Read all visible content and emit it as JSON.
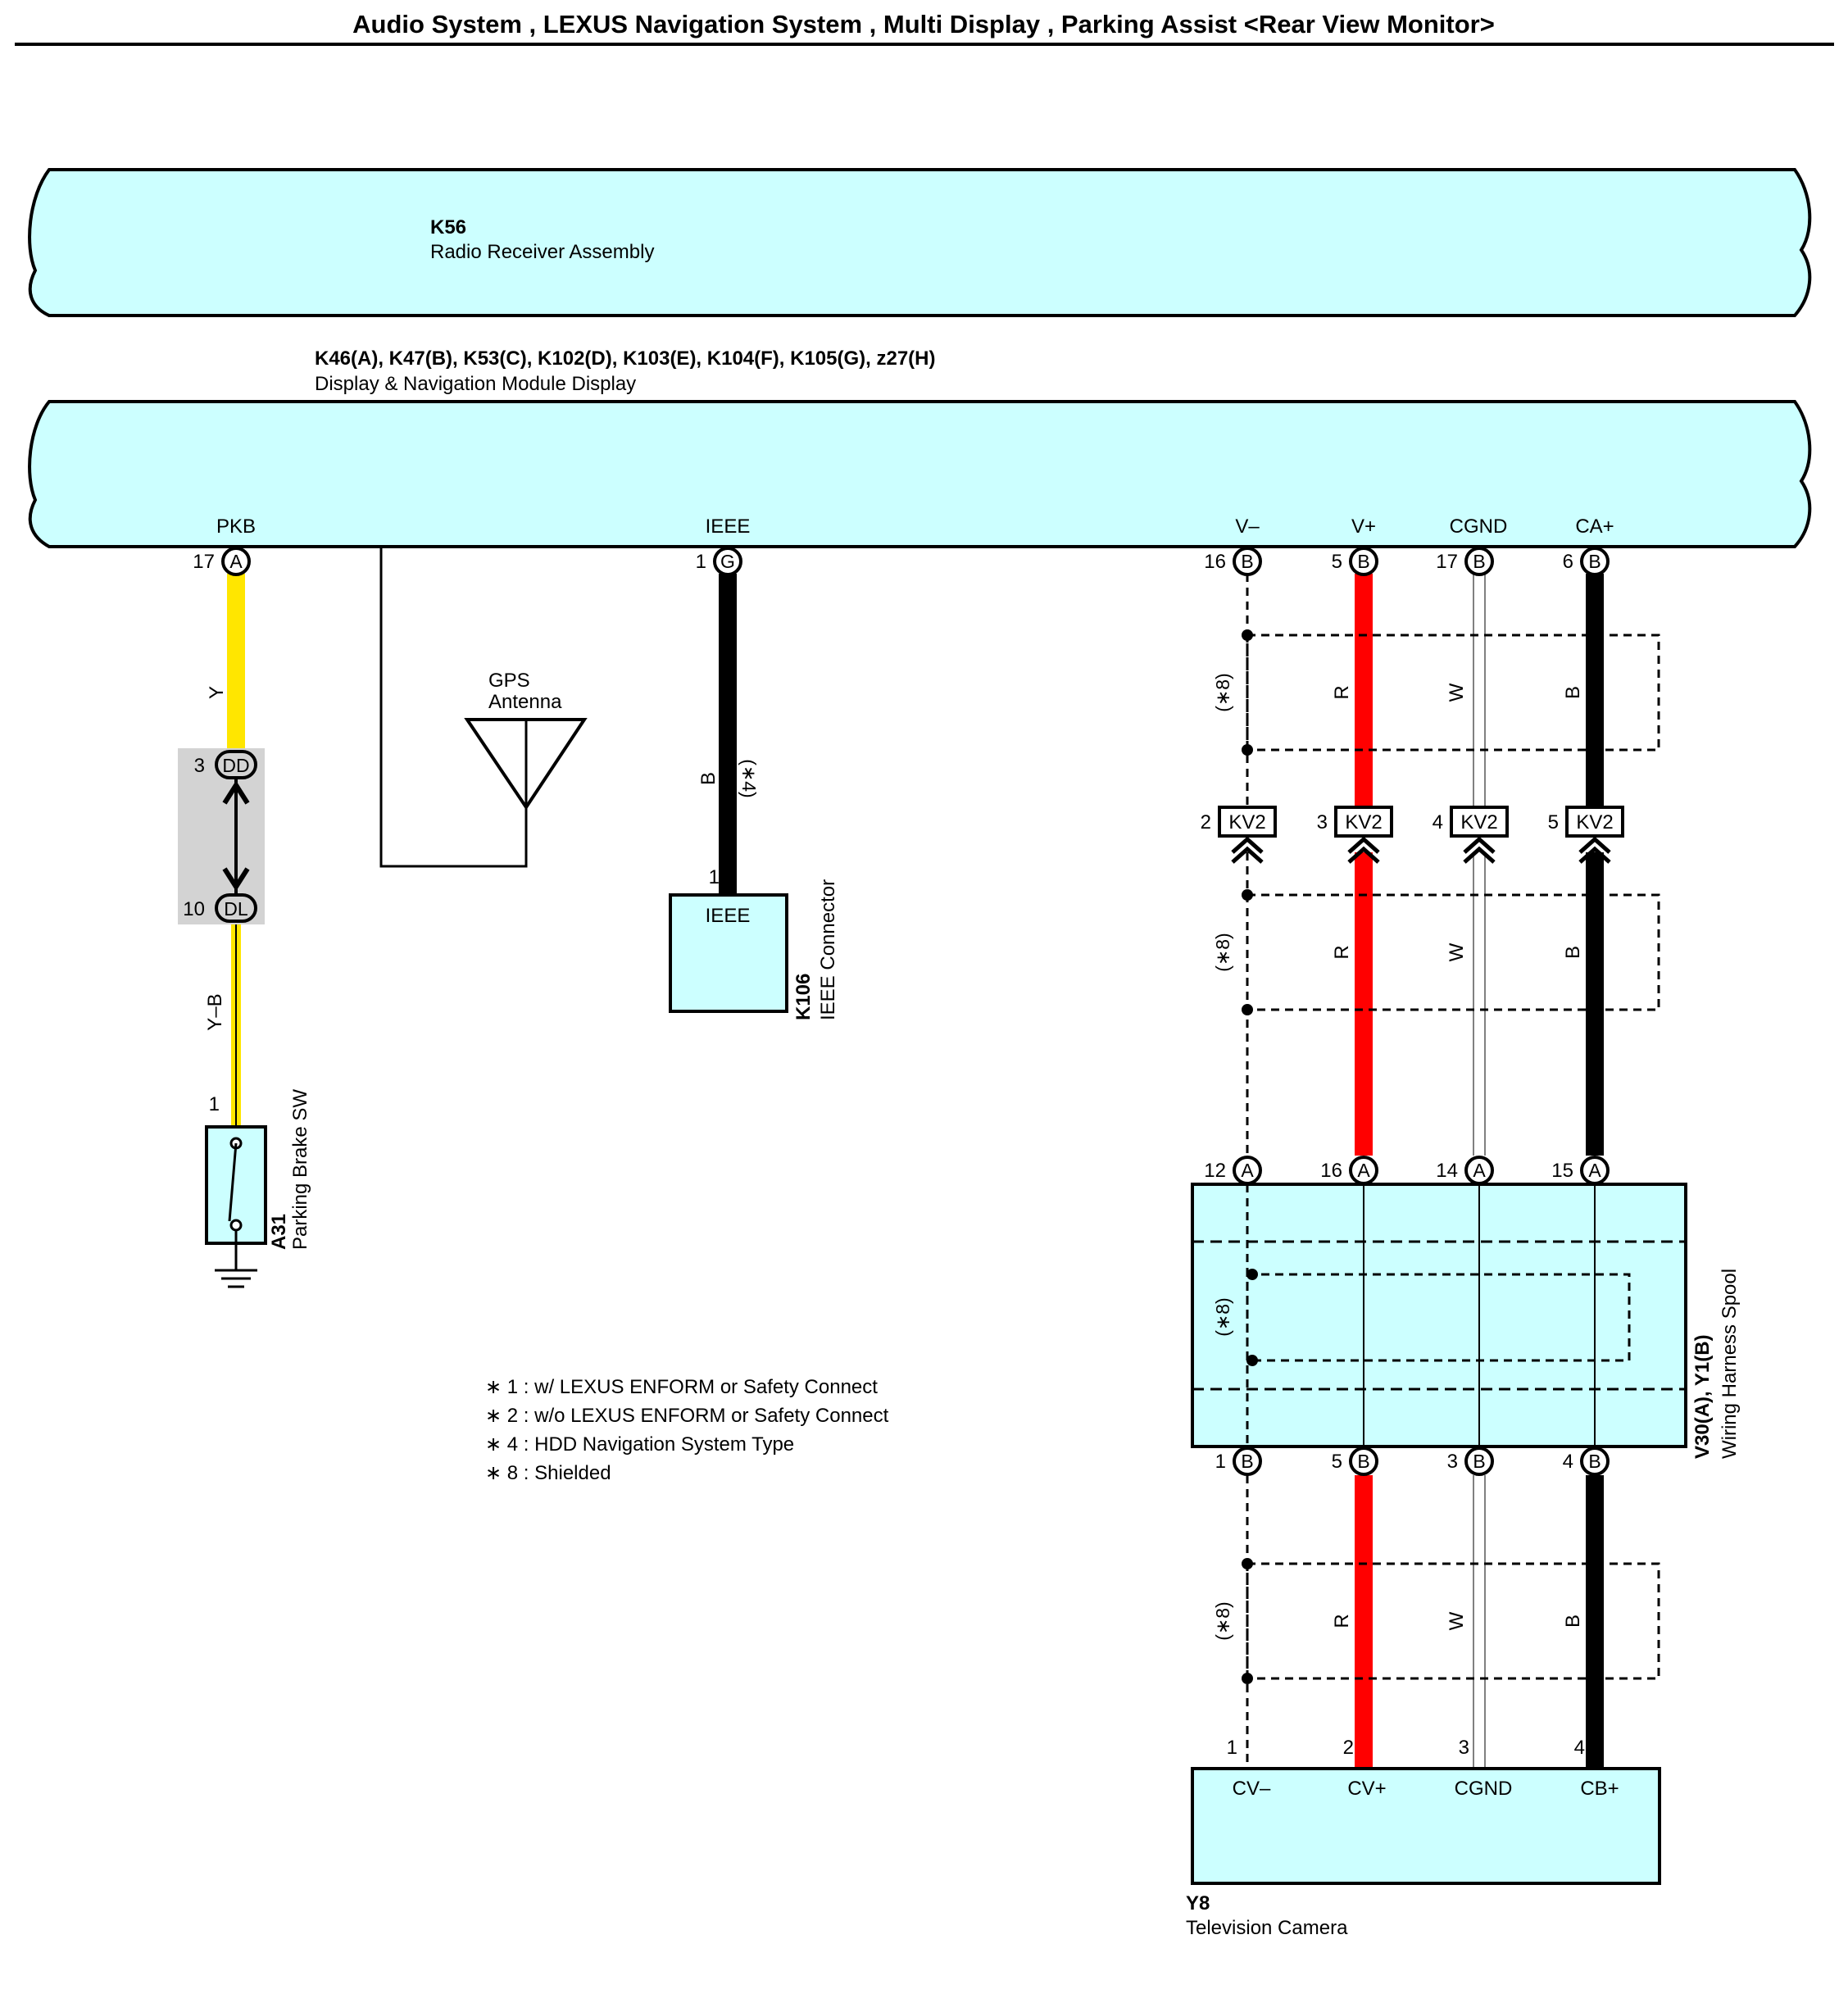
{
  "title": "Audio System , LEXUS Navigation System , Multi Display , Parking Assist <Rear View Monitor>",
  "k56": {
    "code": "K56",
    "name": "Radio Receiver Assembly"
  },
  "display_module": {
    "codes": "K46(A), K47(B), K53(C), K102(D), K103(E), K104(F), K105(G), z27(H)",
    "name": "Display & Navigation Module Display"
  },
  "terminals": {
    "pkb": {
      "label": "PKB",
      "pin": "17",
      "conn": "A"
    },
    "ieee": {
      "label": "IEEE",
      "pin": "1",
      "conn": "G"
    },
    "vminus": {
      "label": "V–",
      "pin": "16",
      "conn": "B"
    },
    "vplus": {
      "label": "V+",
      "pin": "5",
      "conn": "B"
    },
    "cgnd": {
      "label": "CGND",
      "pin": "17",
      "conn": "B"
    },
    "caplus": {
      "label": "CA+",
      "pin": "6",
      "conn": "B"
    }
  },
  "wires": {
    "pkb_upper": "Y",
    "pkb_lower": "Y–B",
    "ieee": "B",
    "ieee_note": "(∗4)",
    "shield": "(∗8)",
    "red": "R",
    "white": "W",
    "black": "B"
  },
  "junctions": {
    "dd": {
      "pin": "3",
      "conn": "DD"
    },
    "dl": {
      "pin": "10",
      "conn": "DL"
    }
  },
  "gps": {
    "line1": "GPS",
    "line2": "Antenna"
  },
  "k106": {
    "pin": "1",
    "terminal": "IEEE",
    "code": "K106",
    "name": "IEEE Connector"
  },
  "a31": {
    "pin": "1",
    "code": "A31",
    "name": "Parking Brake SW"
  },
  "kv2": {
    "label": "KV2",
    "pins": [
      "2",
      "3",
      "4",
      "5"
    ]
  },
  "spool": {
    "code": "V30(A), Y1(B)",
    "name": "Wiring Harness Spool",
    "top_pins": [
      "12",
      "16",
      "14",
      "15"
    ],
    "top_conn": "A",
    "bottom_pins": [
      "1",
      "5",
      "3",
      "4"
    ],
    "bottom_conn": "B"
  },
  "camera": {
    "code": "Y8",
    "name": "Television Camera",
    "pins": [
      "1",
      "2",
      "3",
      "4"
    ],
    "terminals": [
      "CV–",
      "CV+",
      "CGND",
      "CB+"
    ]
  },
  "notes": [
    "∗ 1 : w/ LEXUS ENFORM or Safety Connect",
    "∗ 2 : w/o LEXUS ENFORM or Safety Connect",
    "∗ 4 : HDD Navigation System Type",
    "∗ 8 : Shielded"
  ],
  "colors": {
    "component_fill": "#ccffff",
    "wire_yellow": "#ffe600",
    "wire_red": "#ff0000",
    "wire_black": "#000000",
    "junction_box": "#d3d3d3"
  }
}
